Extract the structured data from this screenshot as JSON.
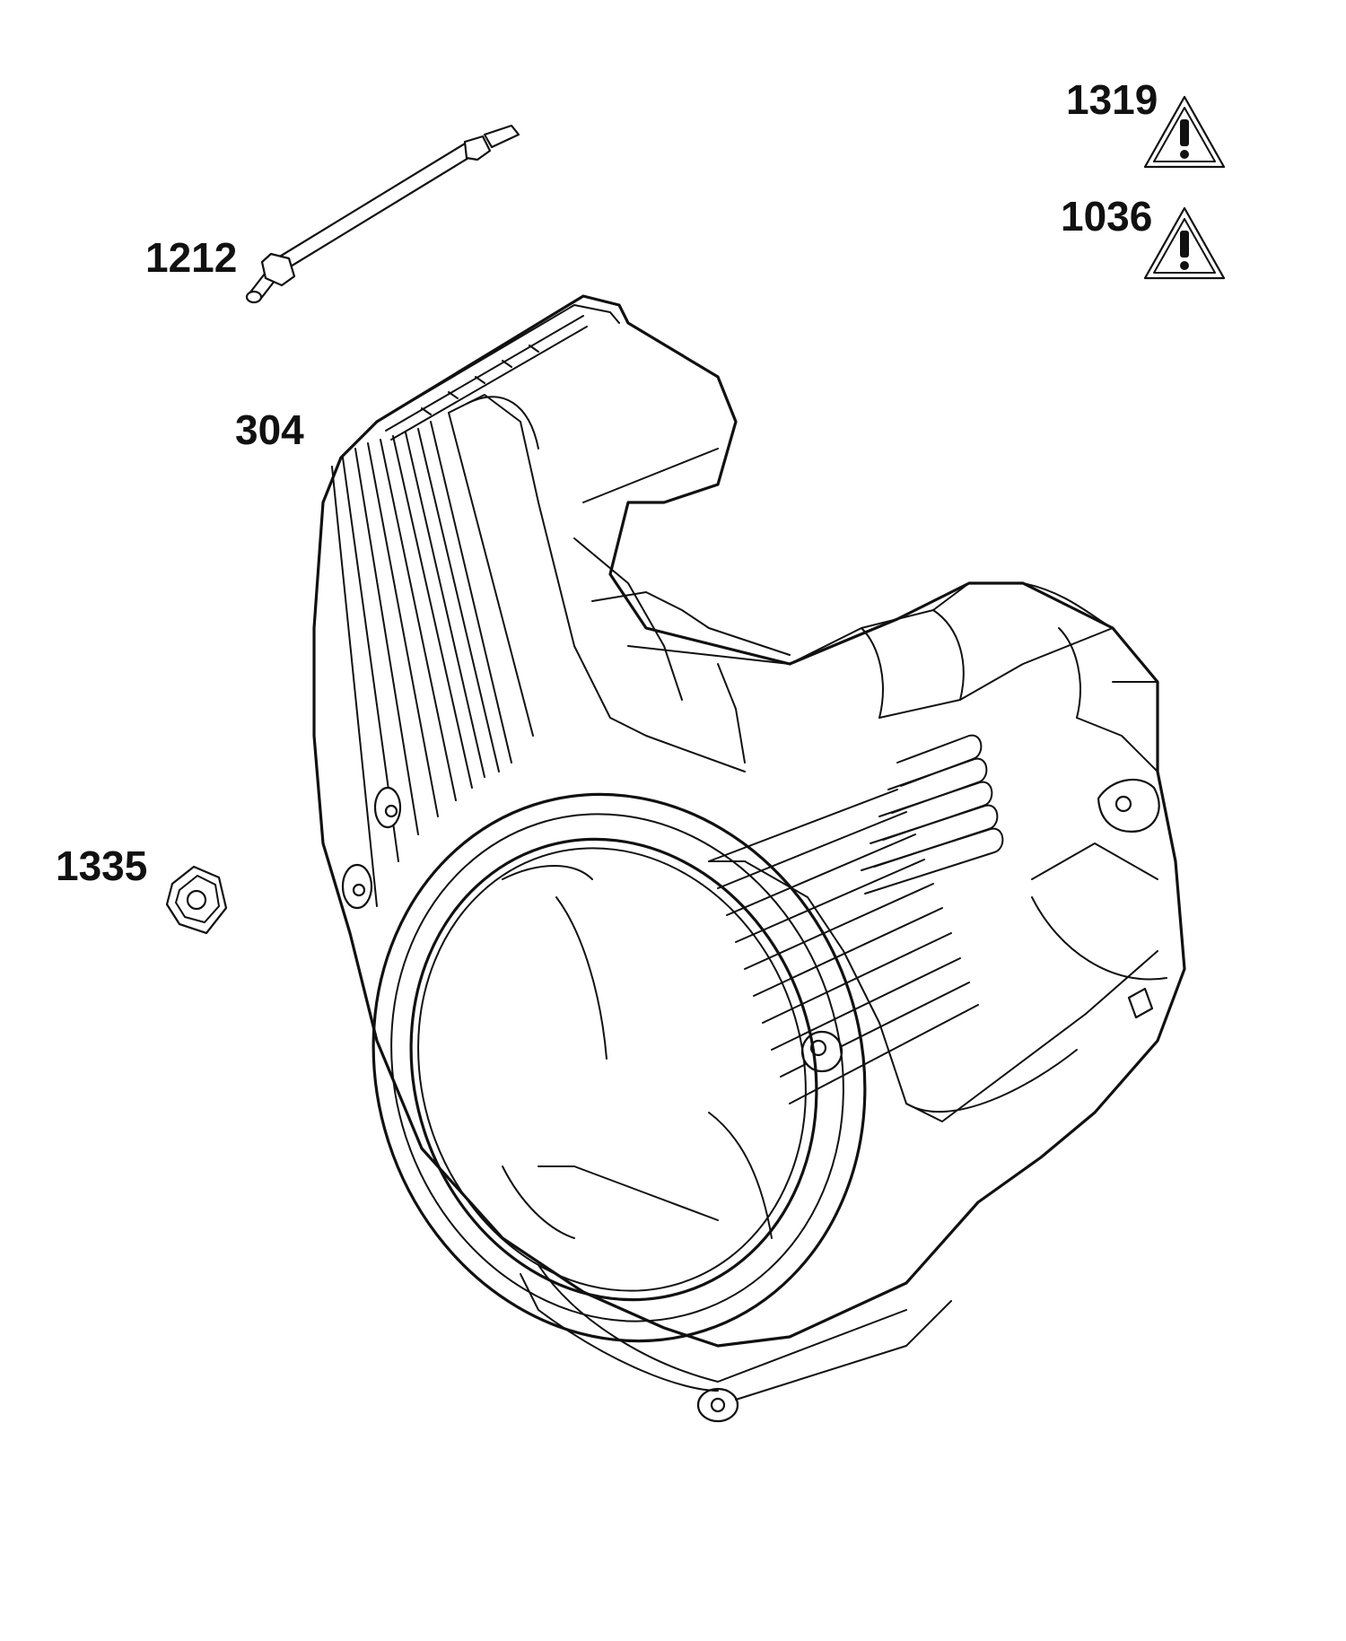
{
  "callouts": {
    "part_1319": "1319",
    "part_1036": "1036",
    "part_1212": "1212",
    "part_304": "304",
    "part_1335": "1335"
  },
  "icons": {
    "warning_1319": "warning-triangle-icon",
    "warning_1036": "warning-triangle-icon"
  },
  "colors": {
    "line": "#111111",
    "background": "#ffffff"
  }
}
